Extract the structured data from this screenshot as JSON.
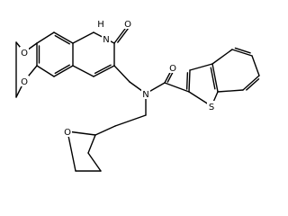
{
  "atom_labels": {
    "o_diox_top": "O",
    "o_diox_bot": "O",
    "nh": "H",
    "n_quin": "N",
    "o_ketone": "O",
    "n_amide": "N",
    "o_amide": "O",
    "s_thio": "S",
    "o_thf": "O"
  },
  "colors": {
    "bond": "#000000",
    "label": "#000000",
    "background": "#ffffff"
  }
}
